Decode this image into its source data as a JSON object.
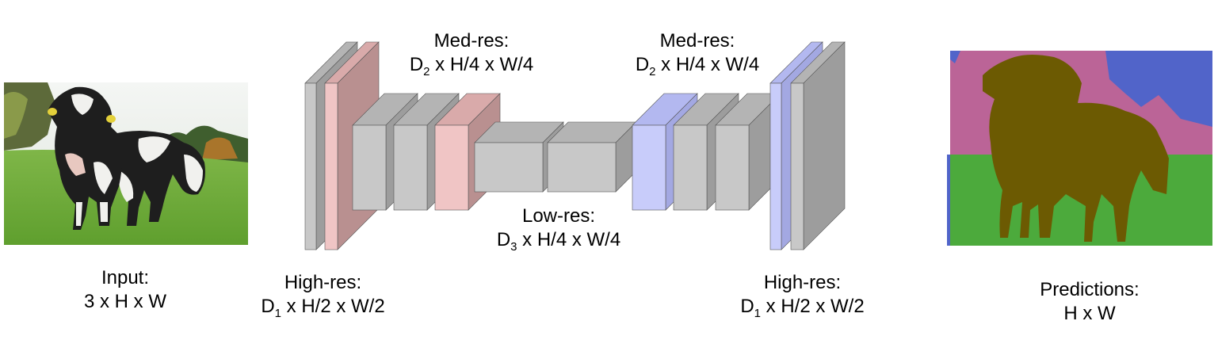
{
  "input_label": {
    "title": "Input:",
    "dims": "3 x H x W"
  },
  "output_label": {
    "title": "Predictions:",
    "dims": "H x W"
  },
  "labels": {
    "high_res_left": {
      "title": "High-res:",
      "depth": "D",
      "sub": "1",
      "dims": " x H/2 x W/2"
    },
    "med_res_left": {
      "title": "Med-res:",
      "depth": "D",
      "sub": "2",
      "dims": " x H/4 x W/4"
    },
    "low_res": {
      "title": "Low-res:",
      "depth": "D",
      "sub": "3",
      "dims": " x H/4 x W/4"
    },
    "med_res_right": {
      "title": "Med-res:",
      "depth": "D",
      "sub": "2",
      "dims": " x H/4 x W/4"
    },
    "high_res_right": {
      "title": "High-res:",
      "depth": "D",
      "sub": "1",
      "dims": " x H/2 x W/2"
    }
  },
  "colors": {
    "gray_front": "#c8c8c8",
    "gray_side": "#9d9d9d",
    "gray_top": "#b4b4b4",
    "pink_front": "#f0c5c5",
    "pink_side": "#b99090",
    "pink_top": "#d9aaaa",
    "blue_front": "#c8ccfa",
    "blue_side": "#a3a8e2",
    "blue_top": "#b3b8f0",
    "seg_pink": "#bb6497",
    "seg_blue": "#5164c9",
    "seg_green": "#4caa3c",
    "seg_cow": "#6c5a02",
    "photo_grass": "#6fae3a",
    "photo_sky": "#e7eee8",
    "photo_cow_black": "#1e1e1e",
    "photo_cow_white": "#f1f1ee"
  },
  "blocks": [
    {
      "color": "gray"
    },
    {
      "color": "pink"
    },
    {
      "color": "gray"
    },
    {
      "color": "gray"
    },
    {
      "color": "pink"
    },
    {
      "color": "gray"
    },
    {
      "color": "gray"
    },
    {
      "color": "blue"
    },
    {
      "color": "gray"
    },
    {
      "color": "gray"
    },
    {
      "color": "blue"
    },
    {
      "color": "gray"
    }
  ]
}
